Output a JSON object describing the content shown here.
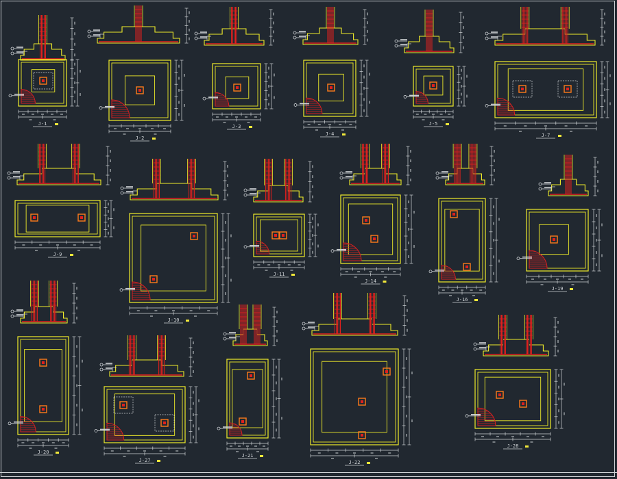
{
  "drawing": {
    "colors": {
      "background": "#212830",
      "outline": "#f0ec2a",
      "rebar": "#e0201e",
      "column": "#ff7a1a",
      "dimension": "#cfd3d6",
      "hatch": "#d82020",
      "label_mark": "#f2e93a"
    },
    "footings": [
      {
        "id": "J-1",
        "label": "J-1"
      },
      {
        "id": "J-2",
        "label": "J-2"
      },
      {
        "id": "J-3",
        "label": "J-3"
      },
      {
        "id": "J-4",
        "label": "J-4"
      },
      {
        "id": "J-5",
        "label": "J-5"
      },
      {
        "id": "J-7",
        "label": "J-7"
      },
      {
        "id": "J-9",
        "label": "J-9"
      },
      {
        "id": "J-10",
        "label": "J-10"
      },
      {
        "id": "J-11",
        "label": "J-11"
      },
      {
        "id": "J-14",
        "label": "J-14"
      },
      {
        "id": "J-16",
        "label": "J-16"
      },
      {
        "id": "J-19",
        "label": "J-19"
      },
      {
        "id": "J-20",
        "label": "J-20"
      },
      {
        "id": "J-27",
        "label": "J-27"
      },
      {
        "id": "J-21",
        "label": "J-21"
      },
      {
        "id": "J-22",
        "label": "J-22"
      },
      {
        "id": "J-28",
        "label": "J-28"
      }
    ]
  }
}
